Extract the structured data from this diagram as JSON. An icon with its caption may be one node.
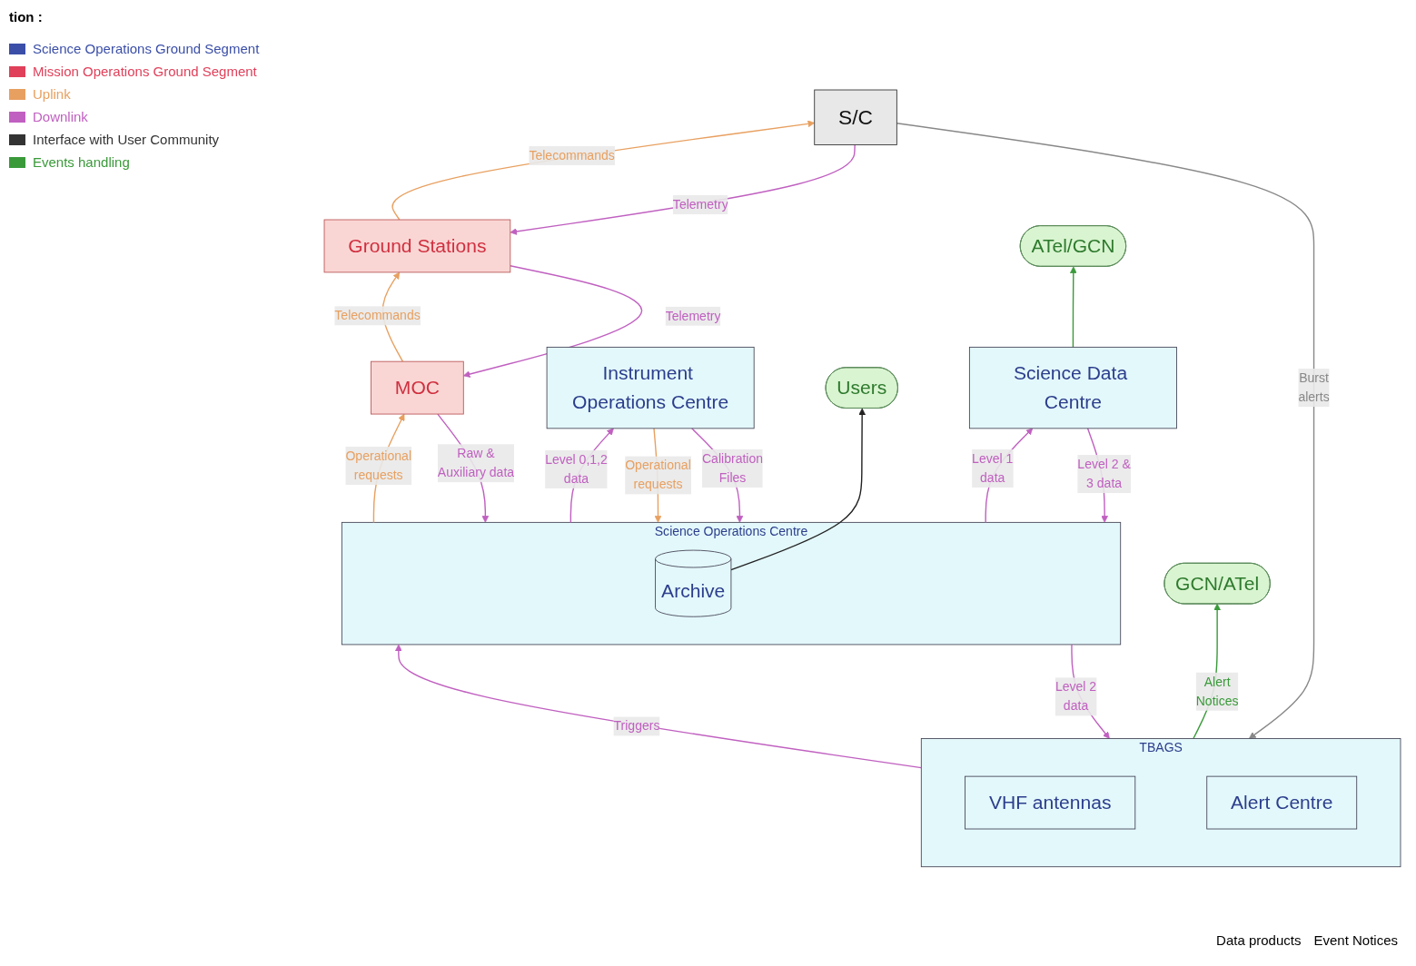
{
  "diagram": {
    "nodes": [
      {
        "text": [
          "S/C"
        ]
      },
      {
        "text": [
          "Ground Stations"
        ]
      },
      {
        "text": [
          "MOC"
        ]
      },
      {
        "text": [
          "TBAGS"
        ]
      },
      {
        "text": [
          "VHF antennas"
        ],
        "in": 3
      },
      {
        "text": [
          "Alert Centre"
        ],
        "in": 3
      },
      {
        "text": [
          "GCN/ATel"
        ]
      },
      {
        "text": [
          "Instrument Operations Centre"
        ]
      },
      {
        "text": [
          "Science Operations Centre"
        ]
      },
      {
        "text": [
          "Archive"
        ],
        "in": 8
      },
      {
        "text": [
          "Users"
        ]
      },
      {
        "text": [
          "Science Data Centre"
        ]
      },
      {
        "text": [
          "ATel/GCN"
        ]
      }
    ],
    "edges": [
      {
        "from": 0,
        "to": 3,
        "arrow": "to",
        "label": "Burst alerts",
        "color": "#888888"
      },
      {
        "from": 1,
        "to": 0,
        "arrow": "to",
        "label": "Telecommands",
        "color": "#e8a060"
      },
      {
        "from": 0,
        "to": 1,
        "arrow": "to",
        "label": "Telemetry"
      },
      {
        "from": 2,
        "to": 1,
        "arrow": "to",
        "label": "Telecommands",
        "color": "#e8a060"
      },
      {
        "from": 1,
        "to": 2,
        "arrow": "to",
        "label": "Telemetry"
      },
      {
        "from": 8,
        "to": 2,
        "arrow": "to",
        "label": "Operational requests",
        "color": "#e8a060"
      },
      {
        "from": 2,
        "to": 8,
        "arrow": "to",
        "label": "Raw & Auxiliary data"
      },
      {
        "from": 3,
        "to": 8,
        "arrow": "to",
        "label": "Triggers"
      },
      {
        "from": 8,
        "to": 3,
        "arrow": "to",
        "label": "Level 2 data"
      },
      {
        "from": 3,
        "to": 6,
        "arrow": "to",
        "label": "Alert Notices",
        "color": "#3a9a3a"
      },
      {
        "from": 7,
        "to": 8,
        "arrow": "to",
        "label": "Operational requests",
        "color": "#e8a060"
      },
      {
        "from": 8,
        "to": 7,
        "arrow": "to",
        "label": "Level 0,1,2 data"
      },
      {
        "from": 7,
        "to": 8,
        "arrow": "to",
        "label": "Calibration Files"
      },
      {
        "from": 9,
        "to": 10,
        "arrow": "to",
        "color": "#222222"
      },
      {
        "from": 8,
        "to": 11,
        "arrow": "to",
        "label": "Level 1 data"
      },
      {
        "from": 11,
        "to": 8,
        "arrow": "to",
        "label": "Level 2 & 3 data"
      },
      {
        "from": 11,
        "to": 12,
        "arrow": "to",
        "color": "#3a9a3a"
      }
    ],
    "labels": [
      "tion :",
      "Data products",
      "Event Notices"
    ],
    "legend": [
      {
        "text": "Science Operations Ground Segment",
        "color": "#3b4fa8"
      },
      {
        "text": "Mission Operations Ground Segment",
        "color": "#e0405a"
      },
      {
        "text": "Uplink",
        "color": "#e8a060"
      },
      {
        "text": "Downlink",
        "color": "#c060c0"
      },
      {
        "text": "Interface with User Community",
        "color": "#333333"
      },
      {
        "text": "Events handling",
        "color": "#3a9a3a"
      }
    ]
  }
}
